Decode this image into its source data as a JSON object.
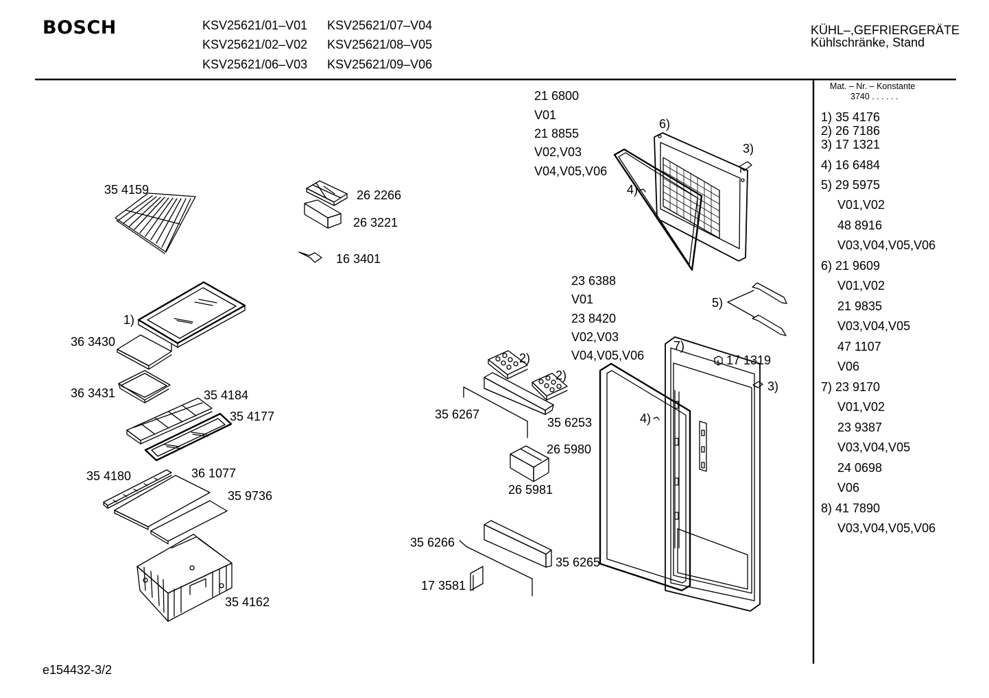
{
  "header": {
    "brand": "BOSCH",
    "models": [
      "KSV25621/01–V01",
      "KSV25621/07–V04",
      "KSV25621/02–V02",
      "KSV25621/08–V05",
      "KSV25621/06–V03",
      "KSV25621/09–V06"
    ],
    "category_line1": "KÜHL–,GEFRIERGERÄTE",
    "category_line2": "Kühlschränke, Stand"
  },
  "footer": {
    "drawing_id": "e154432-3/2"
  },
  "parts_list": {
    "heading": "Mat. – Nr. – Konstante",
    "constant": "3740 . . . . . .",
    "items": [
      "1) 35 4176",
      "2) 26 7186",
      "3) 17 1321",
      "4) 16 6484",
      "5) 29 5975",
      "V01,V02",
      "48 8916",
      "V03,V04,V05,V06",
      "6) 21 9609",
      "V01,V02",
      "21 9835",
      "V03,V04,V05",
      "47 1107",
      "V06",
      "7) 23 9170",
      "V01,V02",
      "23 9387",
      "V03,V04,V05",
      "24 0698",
      "V06",
      "8) 41 7890",
      "V03,V04,V05,V06"
    ]
  },
  "labels": {
    "p354159": "35 4159",
    "p262266": "26 2266",
    "p263221": "26 3221",
    "p163401": "16 3401",
    "ref1": "1)",
    "p363430": "36 3430",
    "p363431": "36 3431",
    "p354184": "35 4184",
    "p354177": "35 4177",
    "p354180": "35 4180",
    "p361077": "36 1077",
    "p359736": "35 9736",
    "p354162": "35 4162",
    "door_top": [
      "21 6800",
      "V01",
      "21 8855",
      "V02,V03",
      "V04,V05,V06"
    ],
    "ref6": "6)",
    "ref3a": "3)",
    "ref4a": "4)",
    "door_mid": [
      "23 6388",
      "V01",
      "23 8420",
      "V02,V03",
      "V04,V05,V06"
    ],
    "ref5": "5)",
    "ref7": "7)",
    "p171319": "17 1319",
    "ref3b": "3)",
    "ref2a": "2)",
    "ref2b": "2)",
    "p356267": "35 6267",
    "p356253": "35 6253",
    "ref4b": "4)",
    "p265980": "26 5980",
    "p265981": "26 5981",
    "p356266": "35 6266",
    "p356265": "35 6265",
    "p173581": "17 3581"
  }
}
